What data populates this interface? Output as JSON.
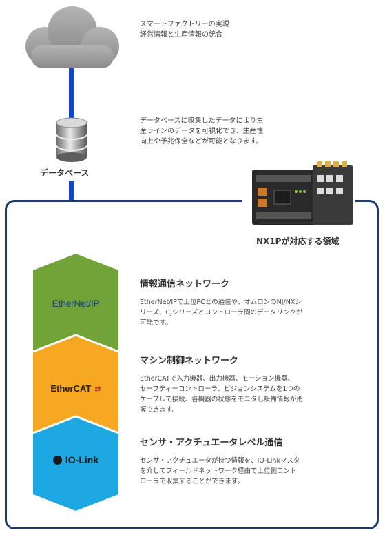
{
  "cloud": {
    "text_lines": [
      "スマートファクトリーの実現",
      "経営情報と生産情報の統合"
    ]
  },
  "database": {
    "label": "データベース",
    "text_lines": [
      "データベースに収集したデータにより生",
      "産ラインのデータを可視化でき、生産性",
      "向上や予兆保全などが可能となります。"
    ]
  },
  "controller": {
    "label": "NX1Pが対応する領域"
  },
  "sections": [
    {
      "logo": "EtherNet/IP",
      "color": "#72a339",
      "title": "情報通信ネットワーク",
      "body_lines": [
        "EtherNet/IPで上位PCとの通信や、オムロンのNJ/NXシ",
        "リーズ、CJシリーズとコントローラ間のデータリンクが",
        "可能です。"
      ]
    },
    {
      "logo": "EtherCAT",
      "color": "#f7a822",
      "title": "マシン制御ネットワーク",
      "body_lines": [
        "EtherCATで入力機器、出力機器、モーション機器、",
        "セーフティーコントローラ、ビジョンシステムを1つの",
        "ケーブルで接続、各機器の状態をモニタし設備情報が把",
        "握できます。"
      ]
    },
    {
      "logo": "IO-Link",
      "color": "#1ea8e1",
      "title": "センサ・アクチュエータレベル通信",
      "body_lines": [
        "センサ・アクチュエータが持つ情報を、IO-Linkマスタ",
        "を介してフィールドネットワーク経由で上位側コント",
        "ローラで収集することができます。"
      ]
    }
  ],
  "colors": {
    "frame": "#1d3a6b",
    "link_line": "#1447c7",
    "cloud": "#9a9a9a"
  }
}
